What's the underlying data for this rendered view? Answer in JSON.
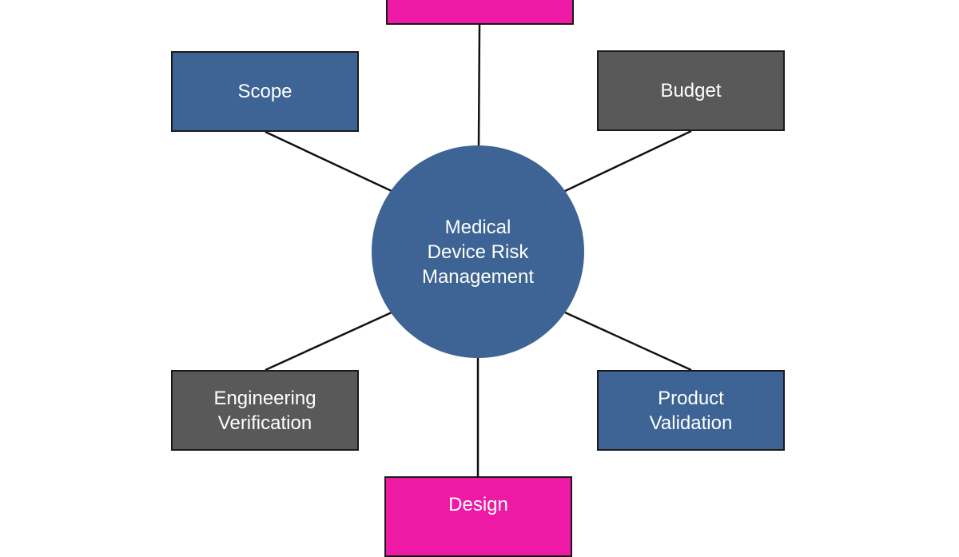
{
  "diagram": {
    "title": "Medical Device Risk Management",
    "center": {
      "label": "Medical\nDevice Risk\nManagement",
      "color": "#3d6494"
    },
    "colors": {
      "blue": "#3d6494",
      "gray": "#595959",
      "magenta": "#ee1aa6",
      "connector": "#111111"
    },
    "nodes": [
      {
        "id": "top",
        "label": "",
        "color": "#ee1aa6",
        "position": "top"
      },
      {
        "id": "scope",
        "label": "Scope",
        "color": "#3d6494",
        "position": "top-left"
      },
      {
        "id": "budget",
        "label": "Budget",
        "color": "#595959",
        "position": "top-right"
      },
      {
        "id": "eng",
        "label": "Engineering\nVerification",
        "color": "#595959",
        "position": "bottom-left"
      },
      {
        "id": "prod",
        "label": "Product\nValidation",
        "color": "#3d6494",
        "position": "bottom-right"
      },
      {
        "id": "design",
        "label": "Design",
        "color": "#ee1aa6",
        "position": "bottom"
      }
    ]
  }
}
